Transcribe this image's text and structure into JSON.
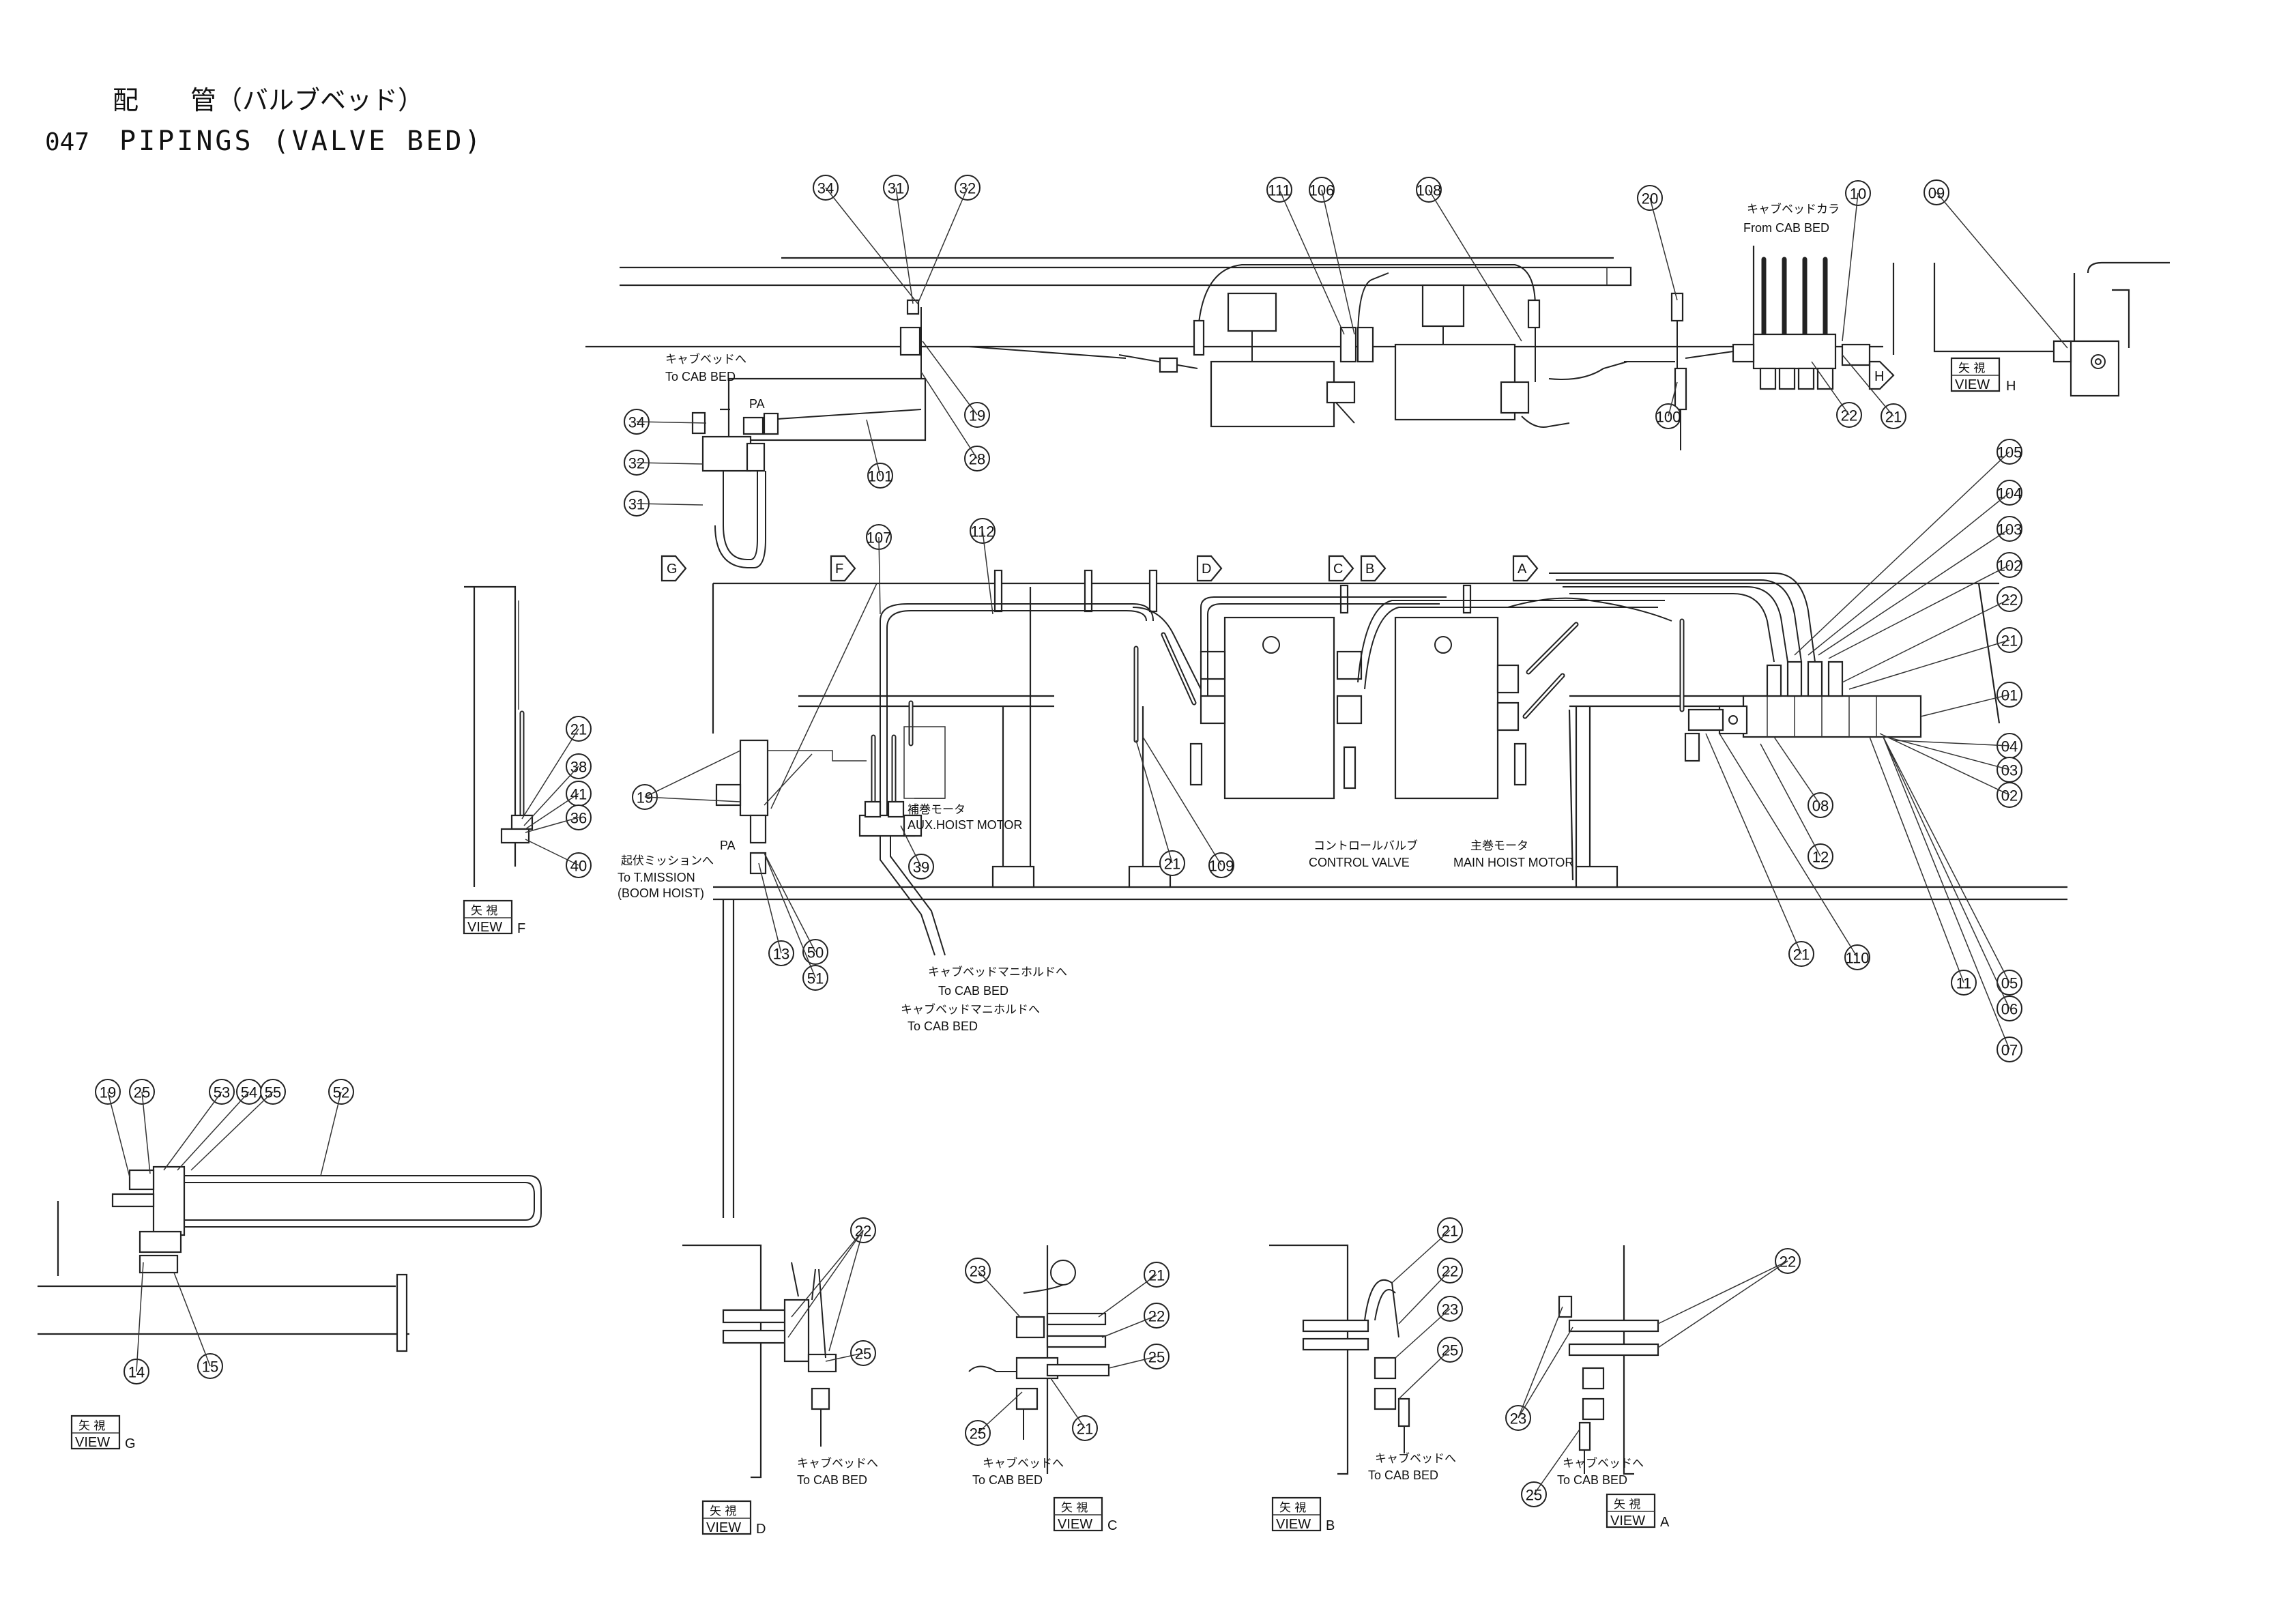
{
  "title": {
    "jp": "配　　管（バルブベッド）",
    "number": "047",
    "en": "PIPINGS (VALVE BED)"
  },
  "labels": {
    "to_cab_bed_jp": "キャブベッドへ",
    "to_cab_bed": "To CAB BED",
    "from_cab_bed_jp": "キャブベッドカラ",
    "from_cab_bed": "From CAB BED",
    "aux_hoist_jp": "補巻モータ",
    "aux_hoist": "AUX.HOIST MOTOR",
    "control_valve_jp": "コントロールバルブ",
    "control_valve": "CONTROL VALVE",
    "main_hoist_jp": "主巻モータ",
    "main_hoist": "MAIN HOIST MOTOR",
    "tmission_jp": "起伏ミッションへ",
    "tmission": "To T.MISSION",
    "boom_hoist": "(BOOM HOIST)",
    "cab_manifold_jp": "キャブベッドマニホルドへ",
    "pa": "PA"
  },
  "view_markers": [
    "G",
    "F",
    "D",
    "C",
    "B",
    "A",
    "H"
  ],
  "views": {
    "yashi": "矢 視",
    "view": "VIEW",
    "h": "H",
    "f": "F",
    "g": "G",
    "d": "D",
    "c": "C",
    "b": "B",
    "a": "A"
  },
  "callouts": {
    "top": [
      "34",
      "31",
      "32",
      "19",
      "28",
      "101",
      "34",
      "32",
      "31",
      "111",
      "106",
      "108",
      "20",
      "100",
      "22",
      "21",
      "10",
      "09"
    ],
    "main": [
      "107",
      "112",
      "105",
      "104",
      "103",
      "102",
      "22",
      "21",
      "01",
      "04",
      "03",
      "02",
      "08",
      "12",
      "21",
      "110",
      "11",
      "05",
      "06",
      "07",
      "21",
      "109",
      "39",
      "13",
      "50",
      "51",
      "19"
    ],
    "view_f": [
      "21",
      "38",
      "41",
      "36",
      "40"
    ],
    "view_g": [
      "19",
      "25",
      "53",
      "54",
      "55",
      "52",
      "14",
      "15"
    ],
    "view_d": [
      "22",
      "25"
    ],
    "view_c": [
      "23",
      "21",
      "22",
      "25",
      "25",
      "21"
    ],
    "view_b": [
      "21",
      "22",
      "23",
      "25"
    ],
    "view_a": [
      "22",
      "23",
      "25"
    ]
  }
}
